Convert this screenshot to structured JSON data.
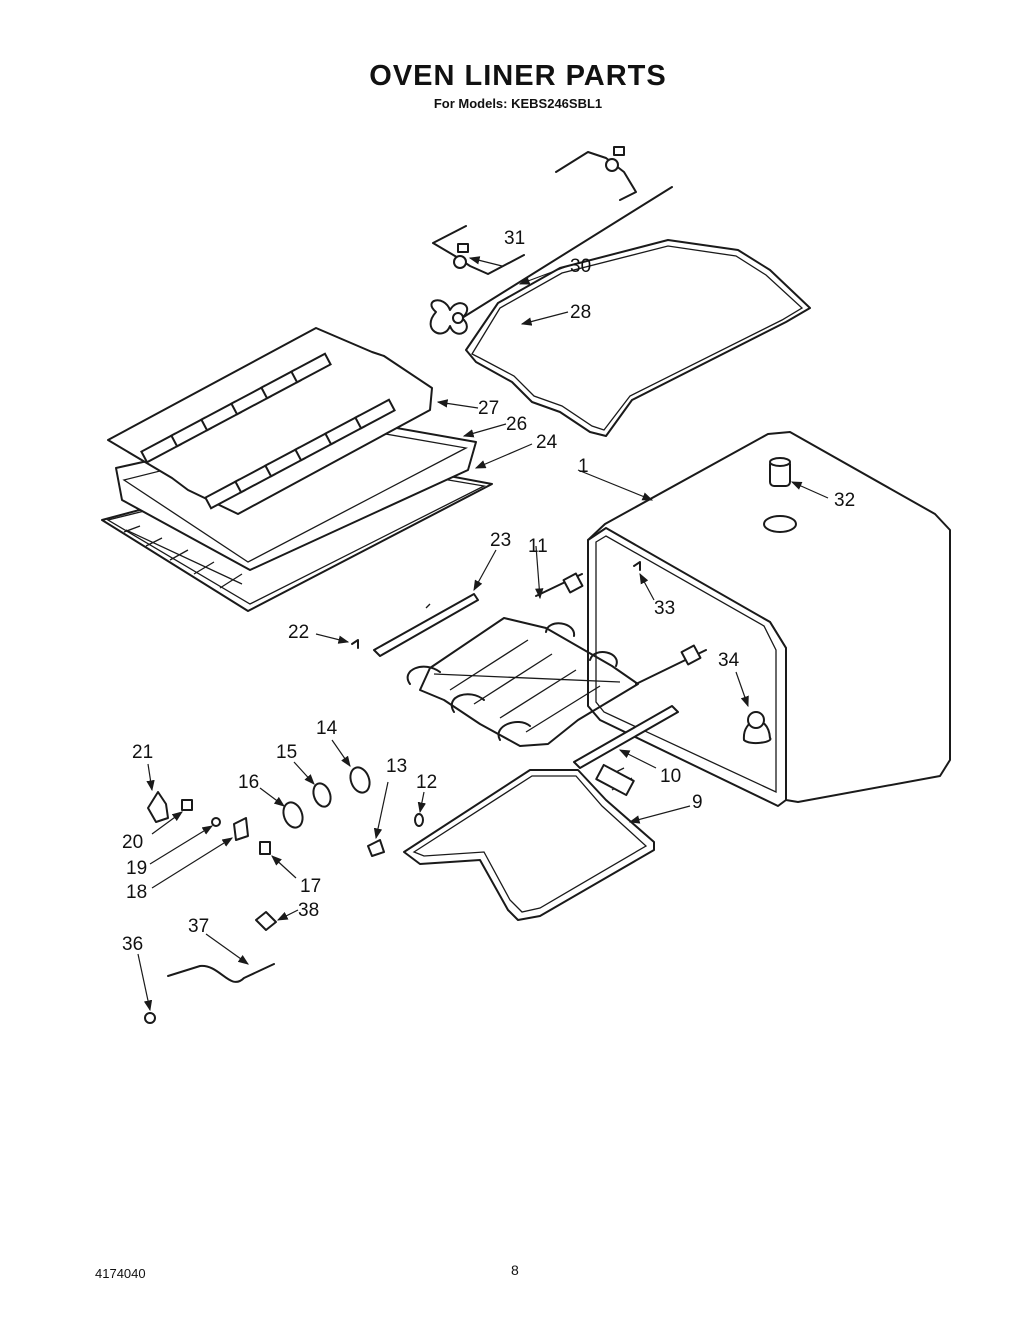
{
  "header": {
    "title": "OVEN LINER PARTS",
    "subtitle": "For Models: KEBS246SBL1"
  },
  "footer": {
    "doc_number": "4174040",
    "page_number": "8"
  },
  "callouts": [
    "1",
    "9",
    "10",
    "11",
    "12",
    "13",
    "14",
    "15",
    "16",
    "17",
    "18",
    "19",
    "20",
    "21",
    "22",
    "23",
    "24",
    "26",
    "27",
    "28",
    "30",
    "31",
    "32",
    "33",
    "34",
    "36",
    "37",
    "38"
  ]
}
